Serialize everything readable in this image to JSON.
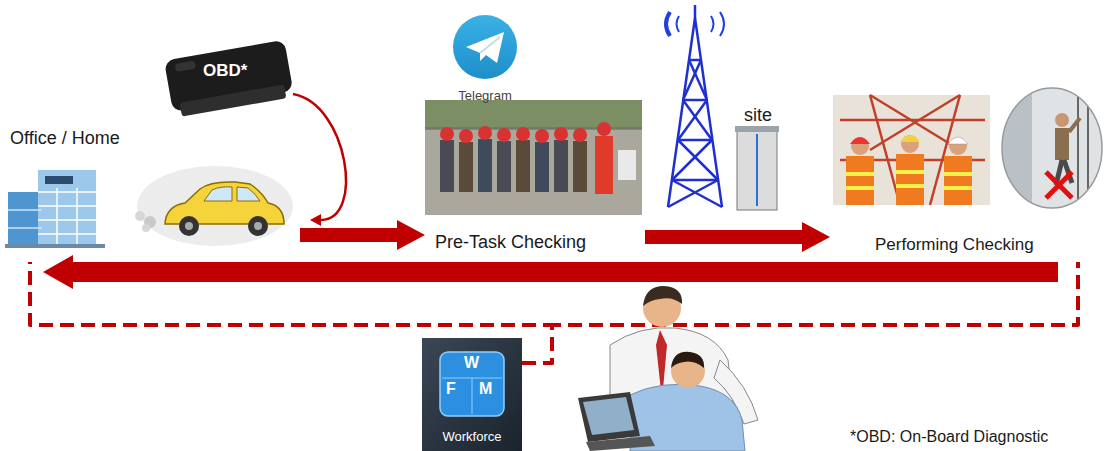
{
  "diagram": {
    "nodes": [
      {
        "text": [
          "Office / Home"
        ]
      },
      {
        "text": [
          "OBD*"
        ]
      },
      {
        "text": [
          "Telegram",
          "Pre-Task Checking"
        ]
      },
      {
        "text": [
          "site"
        ]
      },
      {
        "text": [
          "Performing Checking"
        ]
      },
      {
        "text": [
          "W",
          "F",
          "M",
          "Workforce"
        ]
      }
    ],
    "edges": [
      {
        "from": 1,
        "to": 0,
        "arrow": "to"
      },
      {
        "from": 0,
        "to": 2,
        "arrow": "to"
      },
      {
        "from": 2,
        "to": 4,
        "arrow": "to"
      },
      {
        "from": 4,
        "to": 0,
        "arrow": "to"
      },
      {
        "from": 5,
        "to": 0,
        "arrow": "none"
      },
      {
        "from": 5,
        "to": 4,
        "arrow": "none"
      }
    ],
    "labels": [
      "*OBD: On-Board Diagnostic"
    ]
  }
}
